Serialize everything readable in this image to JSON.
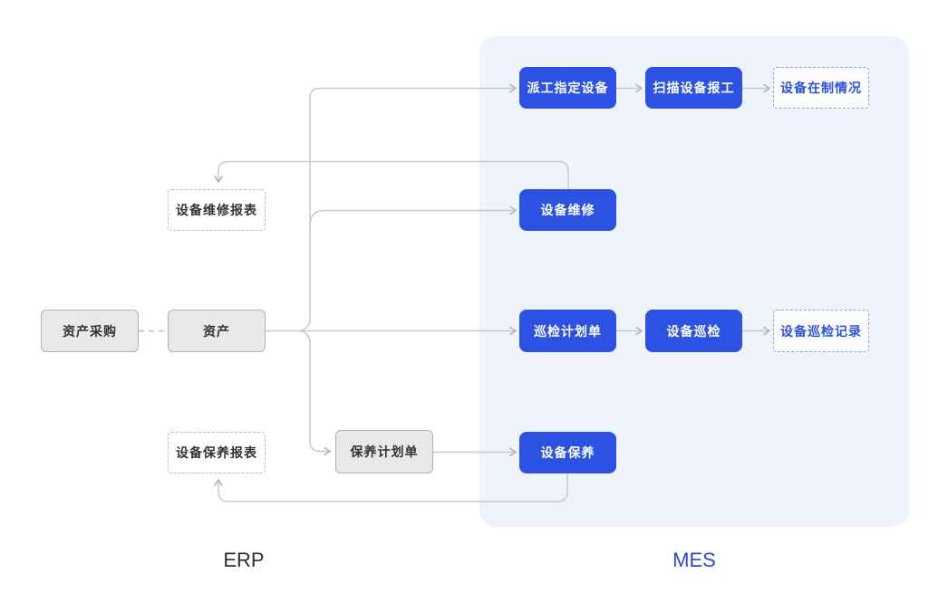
{
  "title_labels": {
    "erp": "ERP",
    "mes": "MES"
  },
  "nodes": {
    "asset_purchase": {
      "label": "资产采购"
    },
    "asset": {
      "label": "资产"
    },
    "maintenance_report": {
      "label": "设备维修报表"
    },
    "upkeep_report": {
      "label": "设备保养报表"
    },
    "upkeep_plan": {
      "label": "保养计划单"
    },
    "dispatch_assign": {
      "label": "派工指定设备"
    },
    "scan_report": {
      "label": "扫描设备报工"
    },
    "wip_status": {
      "label": "设备在制情况"
    },
    "equipment_maintenance": {
      "label": "设备维修"
    },
    "inspection_plan": {
      "label": "巡检计划单"
    },
    "equipment_inspection": {
      "label": "设备巡检"
    },
    "inspection_record": {
      "label": "设备巡检记录"
    },
    "equipment_upkeep": {
      "label": "设备保养"
    }
  },
  "colors": {
    "node_blue": "#2b52e2",
    "node_gray_fill": "#e9e9e9",
    "mes_panel_bg": "#eff3fb",
    "connector_gray": "#c9c9c9",
    "arrowhead_gray": "#b2b2b2",
    "mes_label_blue": "#2d47c9",
    "erp_label_dark": "#2e2e2e"
  }
}
